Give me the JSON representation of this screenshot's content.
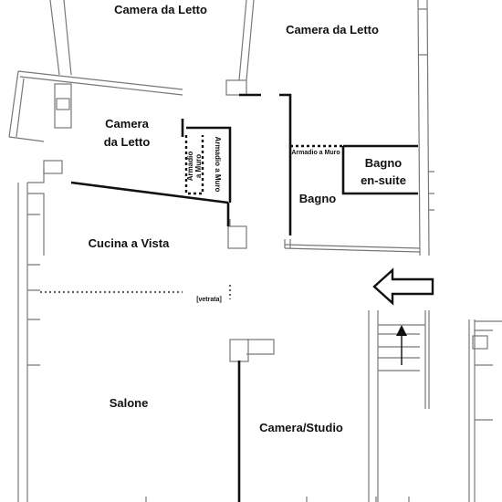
{
  "rooms": {
    "camera_top_left": "Camera da Letto",
    "camera_top_right": "Camera da Letto",
    "camera_middle_line1": "Camera",
    "camera_middle_line2": "da Letto",
    "armadio_1_line1": "Armadio",
    "armadio_1_line2": "a Muro",
    "armadio_2": "Armadio a Muro",
    "armadio_3": "Armadio a Muro",
    "bagno_ensuite_line1": "Bagno",
    "bagno_ensuite_line2": "en-suite",
    "bagno": "Bagno",
    "cucina": "Cucina a Vista",
    "vetrata": "[vetrata]",
    "salone": "Salone",
    "camera_studio": "Camera/Studio"
  },
  "icons": {
    "entrance_arrow": "arrow-left-icon",
    "stair_arrow": "arrow-up-icon"
  },
  "colors": {
    "wall": "#777777",
    "bold_wall": "#111111",
    "background": "#ffffff"
  }
}
